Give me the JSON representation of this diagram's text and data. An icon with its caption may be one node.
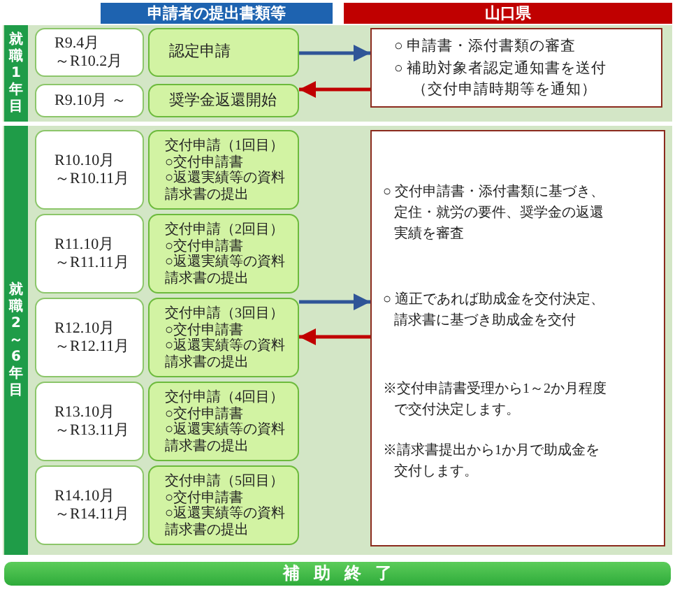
{
  "diagram": {
    "nodes": [
      {
        "text": [
          "申請者の提出書類等"
        ]
      },
      {
        "text": [
          "山口県"
        ]
      },
      {
        "text": [
          "就職1年目"
        ]
      },
      {
        "text": [
          "R9.4月～R10.2月"
        ],
        "in": 2
      },
      {
        "text": [
          "認定申請"
        ],
        "in": 2
      },
      {
        "text": [
          "○ 申請書・添付書類の審査",
          "○ 補助対象者認定通知書を送付",
          "（交付申請時期等を通知）"
        ],
        "in": 2
      },
      {
        "text": [
          "R9.10月 ～"
        ],
        "in": 2
      },
      {
        "text": [
          "奨学金返還開始"
        ],
        "in": 2
      },
      {
        "text": [
          "就職2～6年目"
        ]
      },
      {
        "text": [
          "R10.10月～R10.11月"
        ],
        "in": 8
      },
      {
        "text": [
          "交付申請（1回目）",
          "○交付申請書",
          "○返還実績等の資料",
          "請求書の提出"
        ],
        "in": 8
      },
      {
        "text": [
          "○ 交付申請書・添付書類に基づき、定住・就労の要件、奨学金の返還実績を審査",
          "○ 適正であれば助成金を交付決定、請求書に基づき助成金を交付",
          "※交付申請書受理から1～2か月程度で交付決定します。",
          "※請求書提出から1か月で助成金を交付します。"
        ],
        "in": 8
      },
      {
        "text": [
          "R11.10月～R11.11月"
        ],
        "in": 8
      },
      {
        "text": [
          "交付申請（2回目）",
          "○交付申請書",
          "○返還実績等の資料",
          "請求書の提出"
        ],
        "in": 8
      },
      {
        "text": [
          "R12.10月～R12.11月"
        ],
        "in": 8
      },
      {
        "text": [
          "交付申請（3回目）",
          "○交付申請書",
          "○返還実績等の資料",
          "請求書の提出"
        ],
        "in": 8
      },
      {
        "text": [
          "R13.10月～R13.11月"
        ],
        "in": 8
      },
      {
        "text": [
          "交付申請（4回目）",
          "○交付申請書",
          "○返還実績等の資料",
          "請求書の提出"
        ],
        "in": 8
      },
      {
        "text": [
          "R14.10月～R14.11月"
        ],
        "in": 8
      },
      {
        "text": [
          "交付申請（5回目）",
          "○交付申請書",
          "○返還実績等の資料",
          "請求書の提出"
        ],
        "in": 8
      },
      {
        "text": [
          "補助終了"
        ]
      }
    ],
    "edges": [
      {
        "from": 4,
        "to": 5,
        "arrow": "to",
        "color": "#2f5597"
      },
      {
        "from": 5,
        "to": 7,
        "arrow": "to",
        "color": "#c00000"
      },
      {
        "from": 15,
        "to": 11,
        "arrow": "to",
        "color": "#2f5597"
      },
      {
        "from": 11,
        "to": 15,
        "arrow": "to",
        "color": "#c00000"
      }
    ]
  }
}
